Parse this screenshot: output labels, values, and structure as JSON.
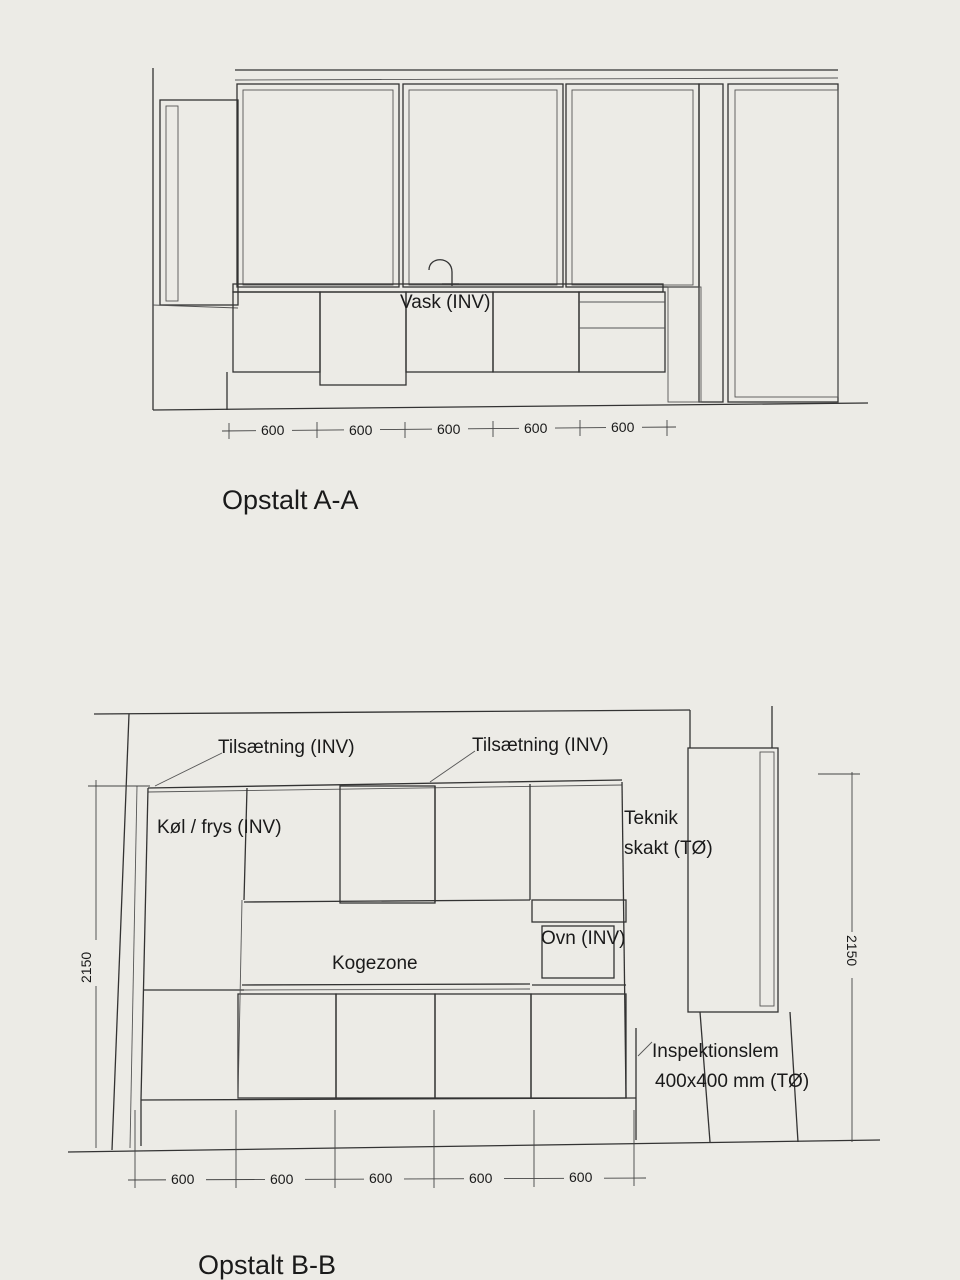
{
  "elevation_a": {
    "title": "Opstalt A-A",
    "sink_label": "Vask (INV)",
    "dimensions": [
      "600",
      "600",
      "600",
      "600",
      "600"
    ]
  },
  "elevation_b": {
    "title": "Opstalt B-B",
    "filler_left_label": "Tilsætning (INV)",
    "filler_right_label": "Tilsætning (INV)",
    "fridge_label": "Køl / frys (INV)",
    "tech_shaft_label_line1": "Teknik",
    "tech_shaft_label_line2": "skakt (TØ)",
    "oven_label": "Ovn (INV)",
    "cooktop_label": "Kogezone",
    "inspection_label_line1": "Inspektionslem",
    "inspection_label_line2": "400x400 mm (TØ)",
    "height_left": "2150",
    "height_right": "2150",
    "dimensions": [
      "600",
      "600",
      "600",
      "600",
      "600"
    ]
  }
}
